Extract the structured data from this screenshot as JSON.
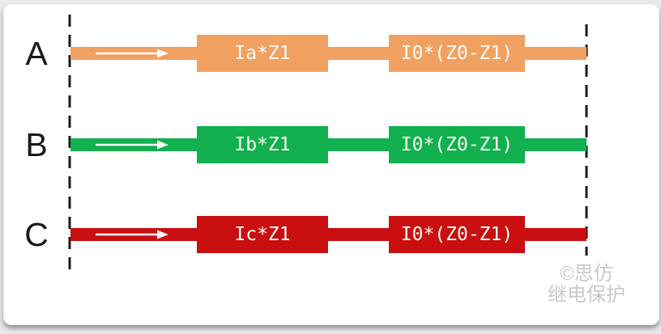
{
  "phases": [
    {
      "label": "A",
      "color": "#F0A161",
      "block1": "Ia*Z1",
      "block2": "I0*(Z0-Z1)"
    },
    {
      "label": "B",
      "color": "#12B04F",
      "block1": "Ib*Z1",
      "block2": "I0*(Z0-Z1)"
    },
    {
      "label": "C",
      "color": "#C90F0F",
      "block1": "Ic*Z1",
      "block2": "I0*(Z0-Z1)"
    }
  ],
  "watermark": {
    "line1": "©思仿",
    "line2": "继电保护"
  },
  "colors": {
    "phase_a": "#F0A161",
    "phase_b": "#12B04F",
    "phase_c": "#C90F0F",
    "dashed_line": "#1a1a1a",
    "watermark_text": "#c9c9c9",
    "card_background": "#ffffff",
    "page_background": "#e9e9e9",
    "block_text": "#fffdf5"
  }
}
